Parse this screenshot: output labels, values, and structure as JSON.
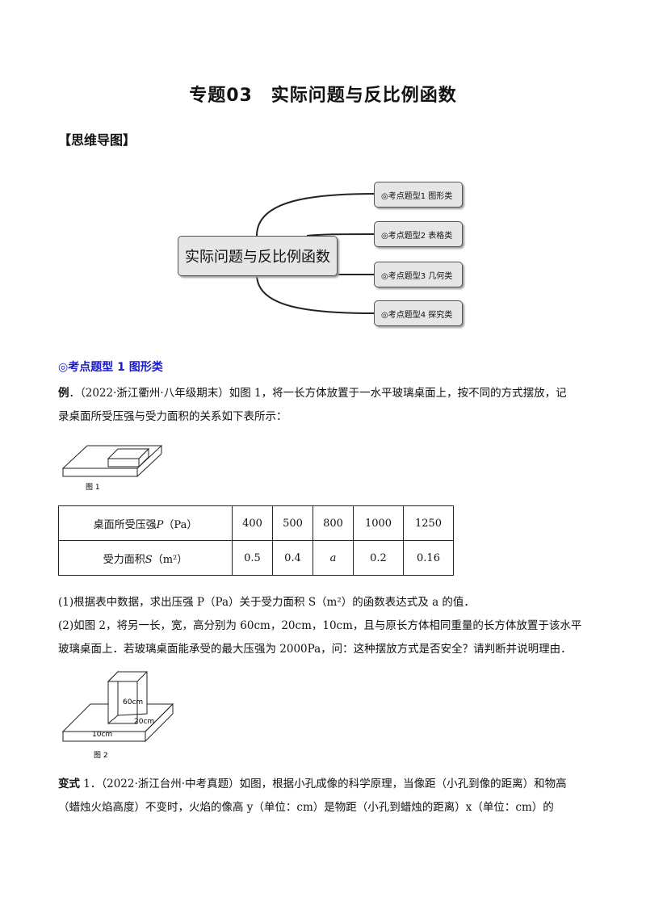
{
  "title": "专题03　实际问题与反比例函数",
  "section_heading": "【思维导图】",
  "mindmap": {
    "center": "实际问题与反比例函数",
    "nodes": [
      "◎考点题型1 图形类",
      "◎考点题型2 表格类",
      "◎考点题型3 几何类",
      "◎考点题型4 探究类"
    ]
  },
  "topic1_heading": "◎考点题型 1  图形类",
  "example": {
    "label": "例",
    "line1": "．（2022·浙江衢州·八年级期末）如图 1，将一长方体放置于一水平玻璃桌面上，按不同的方式摆放，记",
    "line2": "录桌面所受压强与受力面积的关系如下表所示：",
    "figure1_label": "图 1",
    "table": {
      "row1_label": "桌面所受压强",
      "row1_var": "P",
      "row1_unit": "（Pa）",
      "row1_values": [
        "400",
        "500",
        "800",
        "1000",
        "1250"
      ],
      "row2_label": "受力面积",
      "row2_var": "S",
      "row2_unit": "（m²）",
      "row2_values": [
        "0.5",
        "0.4",
        "a",
        "0.2",
        "0.16"
      ]
    },
    "q1": "(1)根据表中数据，求出压强 P（Pa）关于受力面积 S（m²）的函数表达式及 a 的值．",
    "q2_line1": "(2)如图 2，将另一长，宽，高分别为 60cm，20cm，10cm，且与原长方体相同重量的长方体放置于该水平",
    "q2_line2": "玻璃桌面上．若玻璃桌面能承受的最大压强为 2000Pa，问：这种摆放方式是否安全？请判断并说明理由．",
    "figure2_label": "图 2",
    "figure2_dims": [
      "60cm",
      "20cm",
      "10cm"
    ]
  },
  "variant": {
    "label": "变式",
    "line1": " 1．（2022·浙江台州·中考真题）如图，根据小孔成像的科学原理，当像距（小孔到像的距离）和物高",
    "line2": "（蜡烛火焰高度）不变时，火焰的像高 y（单位：cm）是物距（小孔到蜡烛的距离）x（单位：cm）的"
  }
}
